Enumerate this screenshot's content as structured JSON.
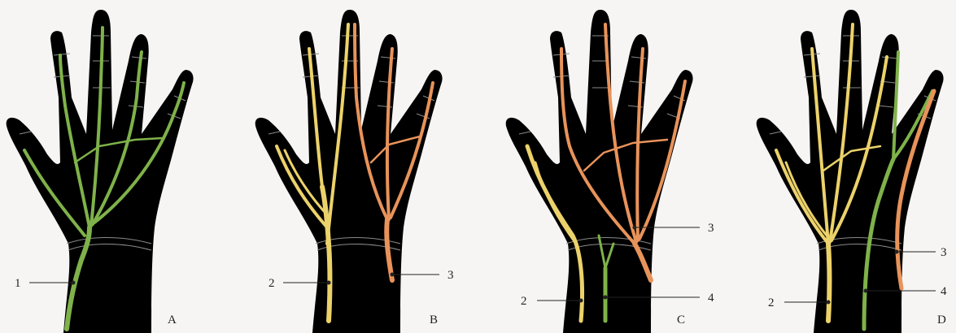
{
  "colors": {
    "green": "#7fb24a",
    "yellow": "#ecd26a",
    "orange": "#e8935a"
  },
  "panels": [
    {
      "letter": "A",
      "callouts": [
        {
          "number": "1"
        }
      ]
    },
    {
      "letter": "B",
      "callouts": [
        {
          "number": "2"
        },
        {
          "number": "3"
        }
      ]
    },
    {
      "letter": "C",
      "callouts": [
        {
          "number": "3"
        },
        {
          "number": "2"
        },
        {
          "number": "4"
        }
      ]
    },
    {
      "letter": "D",
      "callouts": [
        {
          "number": "3"
        },
        {
          "number": "2"
        },
        {
          "number": "4"
        }
      ]
    }
  ]
}
